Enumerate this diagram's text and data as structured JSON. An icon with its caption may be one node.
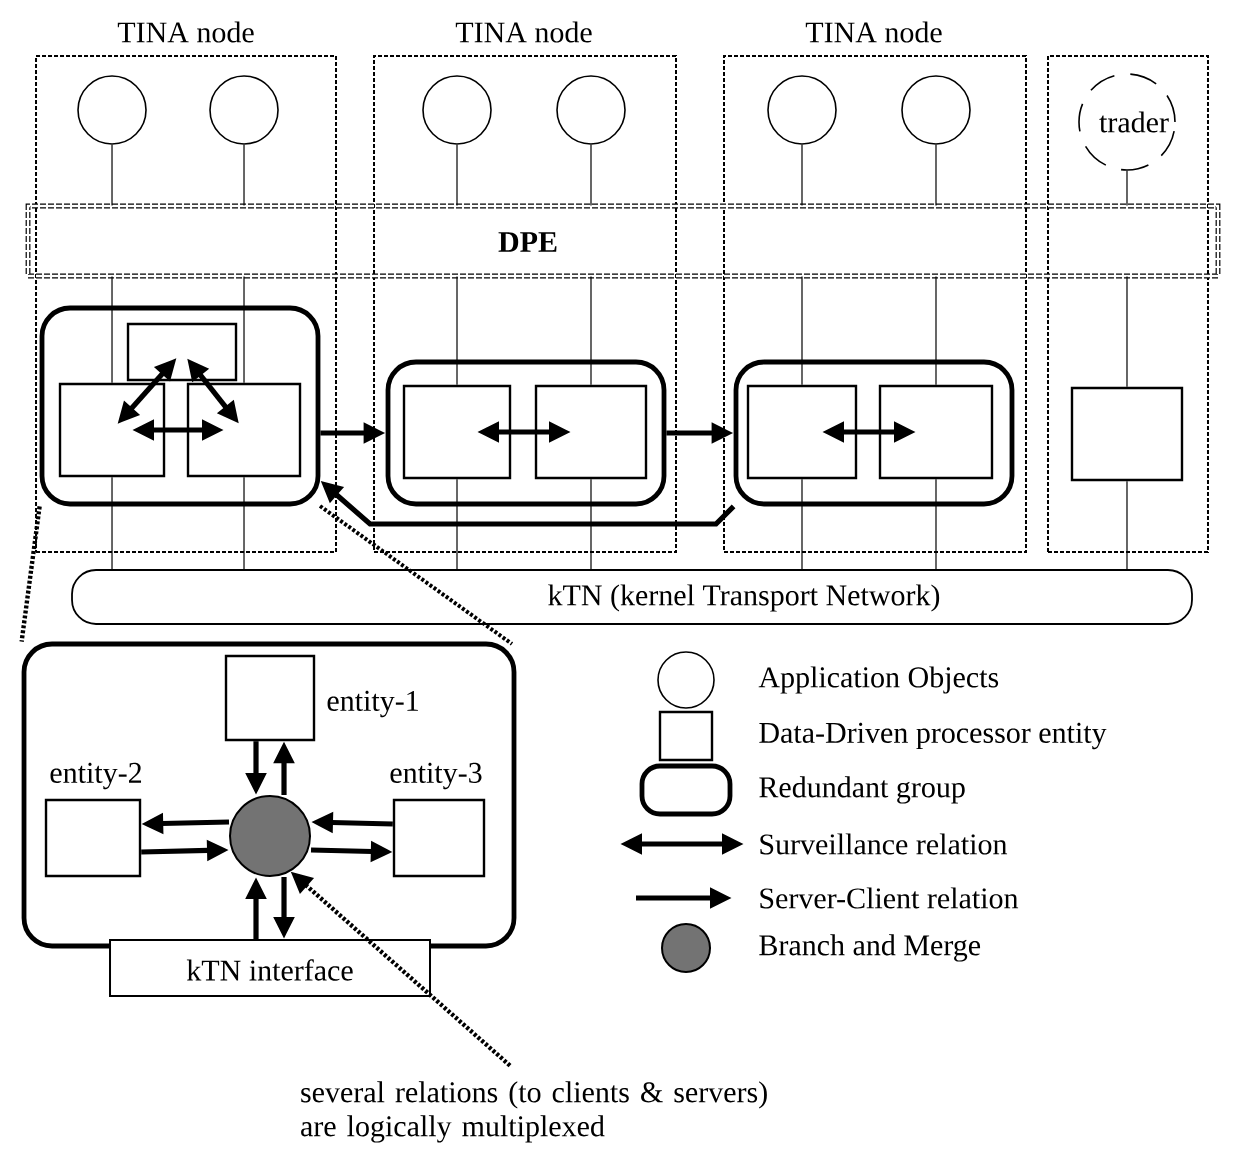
{
  "diagram": {
    "nodes": [
      {
        "text": [
          "TINA node"
        ]
      },
      {
        "text": [
          "TINA node"
        ]
      },
      {
        "text": [
          "TINA node"
        ]
      },
      {
        "text": [],
        "shape": "box"
      },
      {
        "text": [
          "DPE"
        ]
      },
      {
        "text": [],
        "shape": "circle",
        "in": 0
      },
      {
        "text": [],
        "shape": "circle",
        "in": 0
      },
      {
        "text": [],
        "shape": "circle",
        "in": 1
      },
      {
        "text": [],
        "shape": "circle",
        "in": 1
      },
      {
        "text": [],
        "shape": "circle",
        "in": 2
      },
      {
        "text": [],
        "shape": "circle",
        "in": 2
      },
      {
        "text": [
          "trader"
        ],
        "in": 3
      },
      {
        "text": [],
        "shape": "box",
        "in": 0
      },
      {
        "text": [],
        "shape": "box",
        "in": 1
      },
      {
        "text": [],
        "shape": "box",
        "in": 2
      },
      {
        "text": [],
        "shape": "box",
        "in": 12
      },
      {
        "text": [],
        "shape": "box",
        "in": 12
      },
      {
        "text": [],
        "shape": "box",
        "in": 12
      },
      {
        "text": [],
        "shape": "box",
        "in": 13
      },
      {
        "text": [],
        "shape": "box",
        "in": 13
      },
      {
        "text": [],
        "shape": "box",
        "in": 14
      },
      {
        "text": [],
        "shape": "box",
        "in": 14
      },
      {
        "text": [],
        "shape": "box",
        "in": 3
      },
      {
        "text": [
          "kTN (kernel Transport Network)"
        ]
      },
      {
        "text": [],
        "shape": "box"
      },
      {
        "text": [],
        "shape": "box",
        "in": 24,
        "beside": [
          "entity-1"
        ]
      },
      {
        "text": [],
        "shape": "box",
        "in": 24,
        "beside": [
          "entity-2"
        ]
      },
      {
        "text": [],
        "shape": "box",
        "in": 24,
        "beside": [
          "entity-3"
        ]
      },
      {
        "text": [],
        "shape": "circle",
        "in": 24
      },
      {
        "text": [
          "kTN interface"
        ]
      },
      {
        "text": [
          "several relations (to clients & servers) are logically multiplexed"
        ]
      }
    ],
    "edges": [
      {
        "from": 5,
        "to": 4,
        "arrow": "none"
      },
      {
        "from": 6,
        "to": 4,
        "arrow": "none"
      },
      {
        "from": 7,
        "to": 4,
        "arrow": "none"
      },
      {
        "from": 8,
        "to": 4,
        "arrow": "none"
      },
      {
        "from": 9,
        "to": 4,
        "arrow": "none"
      },
      {
        "from": 10,
        "to": 4,
        "arrow": "none"
      },
      {
        "from": 11,
        "to": 4,
        "arrow": "none"
      },
      {
        "from": 4,
        "to": 16,
        "arrow": "none"
      },
      {
        "from": 4,
        "to": 17,
        "arrow": "none"
      },
      {
        "from": 4,
        "to": 18,
        "arrow": "none"
      },
      {
        "from": 4,
        "to": 19,
        "arrow": "none"
      },
      {
        "from": 4,
        "to": 20,
        "arrow": "none"
      },
      {
        "from": 4,
        "to": 21,
        "arrow": "none"
      },
      {
        "from": 4,
        "to": 22,
        "arrow": "none"
      },
      {
        "from": 16,
        "to": 23,
        "arrow": "none"
      },
      {
        "from": 17,
        "to": 23,
        "arrow": "none"
      },
      {
        "from": 18,
        "to": 23,
        "arrow": "none"
      },
      {
        "from": 19,
        "to": 23,
        "arrow": "none"
      },
      {
        "from": 20,
        "to": 23,
        "arrow": "none"
      },
      {
        "from": 21,
        "to": 23,
        "arrow": "none"
      },
      {
        "from": 22,
        "to": 23,
        "arrow": "none"
      },
      {
        "from": 15,
        "to": 16,
        "arrow": "both",
        "style": "thick"
      },
      {
        "from": 15,
        "to": 17,
        "arrow": "both",
        "style": "thick"
      },
      {
        "from": 16,
        "to": 17,
        "arrow": "both",
        "style": "thick"
      },
      {
        "from": 18,
        "to": 19,
        "arrow": "both",
        "style": "thick"
      },
      {
        "from": 20,
        "to": 21,
        "arrow": "both",
        "style": "thick"
      },
      {
        "from": 12,
        "to": 13,
        "arrow": "to",
        "style": "thick"
      },
      {
        "from": 13,
        "to": 14,
        "arrow": "to",
        "style": "thick"
      },
      {
        "from": 14,
        "to": 12,
        "arrow": "to",
        "style": "thick"
      },
      {
        "from": 25,
        "to": 28,
        "arrow": "to",
        "style": "thick"
      },
      {
        "from": 28,
        "to": 25,
        "arrow": "to",
        "style": "thick"
      },
      {
        "from": 28,
        "to": 26,
        "arrow": "to",
        "style": "thick"
      },
      {
        "from": 26,
        "to": 28,
        "arrow": "to",
        "style": "thick"
      },
      {
        "from": 27,
        "to": 28,
        "arrow": "to",
        "style": "thick"
      },
      {
        "from": 28,
        "to": 27,
        "arrow": "to",
        "style": "thick"
      },
      {
        "from": 29,
        "to": 28,
        "arrow": "to",
        "style": "thick"
      },
      {
        "from": 28,
        "to": 29,
        "arrow": "to",
        "style": "thick"
      },
      {
        "from": 30,
        "to": 28,
        "arrow": "to",
        "style": "dashed"
      },
      {
        "from": 12,
        "to": 24,
        "arrow": "none",
        "style": "dashed"
      }
    ],
    "legend": [
      {
        "text": "Application Objects"
      },
      {
        "text": "Data-Driven processor entity"
      },
      {
        "text": "Redundant group"
      },
      {
        "text": "Surveillance relation"
      },
      {
        "text": "Server-Client relation"
      },
      {
        "text": "Branch and Merge"
      }
    ]
  }
}
